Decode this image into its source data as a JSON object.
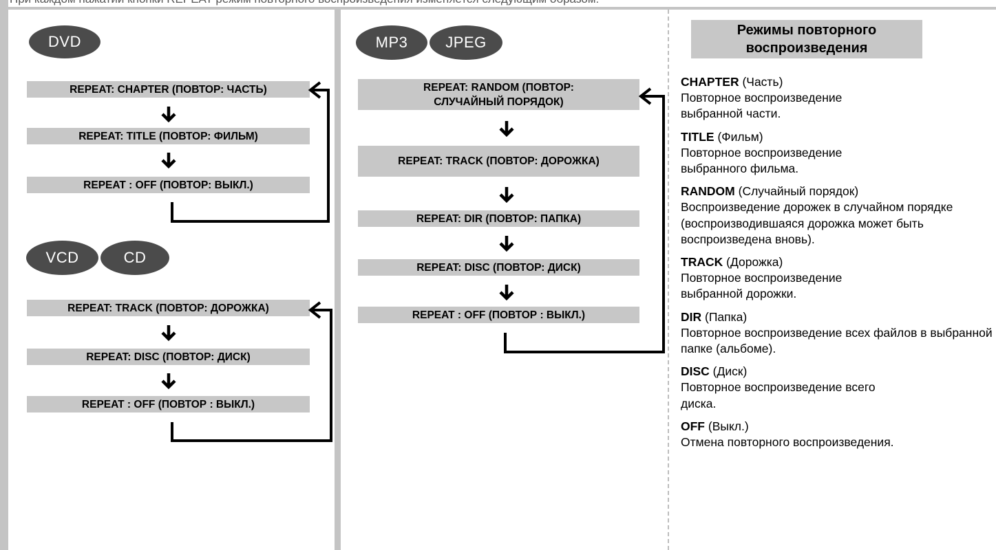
{
  "header_fragment": "При каждом нажатии кнопки REPEAT режим повторного воспроизведения изменяется следующим образом:",
  "dvd": {
    "badge": "DVD",
    "steps": [
      "REPEAT: CHAPTER (ПОВТОР: ЧАСТЬ)",
      "REPEAT: TITLE (ПОВТОР: ФИЛЬМ)",
      "REPEAT : OFF (ПОВТОР:  ВЫКЛ.)"
    ]
  },
  "vcd_cd": {
    "badges": [
      "VCD",
      "CD"
    ],
    "steps": [
      "REPEAT: TRACK (ПОВТОР: ДОРОЖКА)",
      "REPEAT: DISC (ПОВТОР: ДИСК)",
      "REPEAT : OFF (ПОВТОР : ВЫКЛ.)"
    ]
  },
  "mp3_jpeg": {
    "badges": [
      "MP3",
      "JPEG"
    ],
    "steps": [
      "REPEAT: RANDOM (ПОВТОР: СЛУЧАЙНЫЙ ПОРЯДОК)",
      "REPEAT: TRACK (ПОВТОР: ДОРОЖКА)",
      "REPEAT: DIR (ПОВТОР: ПАПКА)",
      "REPEAT: DISC (ПОВТОР: ДИСК)",
      "REPEAT : OFF (ПОВТОР : ВЫКЛ.)"
    ]
  },
  "modes": {
    "title_line1": "Режимы повторного",
    "title_line2": "воспроизведения",
    "items": [
      {
        "key": "CHAPTER",
        "name": " (Часть)",
        "desc": "Повторное воспроизведение выбранной части."
      },
      {
        "key": "TITLE",
        "name": " (Фильм)",
        "desc": "Повторное воспроизведение выбранного фильма."
      },
      {
        "key": "RANDOM",
        "name": " (Случайный порядок)",
        "desc": "Воспроизведение дорожек в случайном порядке (воспроизводившаяся дорожка может быть воспроизведена вновь)."
      },
      {
        "key": "TRACK",
        "name": " (Дорожка)",
        "desc": "Повторное воспроизведение выбранной дорожки."
      },
      {
        "key": "DIR",
        "name": " (Папка)",
        "desc": "Повторное воспроизведение всех файлов в выбранной папке (альбоме)."
      },
      {
        "key": "DISC",
        "name": " (Диск)",
        "desc": "Повторное воспроизведение всего диска."
      },
      {
        "key": "OFF",
        "name": " (Выкл.)",
        "desc": "Отмена повторного воспроизведения."
      }
    ]
  },
  "colors": {
    "frame": "#c4c4c4",
    "bar": "#c7c7c7",
    "badge": "#4b4b4b"
  }
}
